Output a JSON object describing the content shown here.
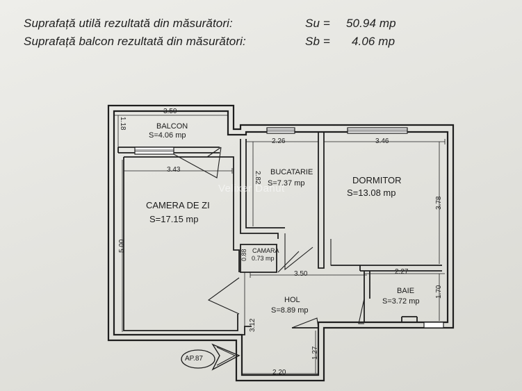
{
  "header": {
    "line1_label": "Suprafață utilă rezultată din măsurători:",
    "line1_symbol": "Su =",
    "line1_value": "50.94 mp",
    "line2_label": "Suprafață balcon rezultată din măsurători:",
    "line2_symbol": "Sb =",
    "line2_value": "4.06 mp"
  },
  "rooms": {
    "balcon": {
      "name": "BALCON",
      "area": "S=4.06 mp"
    },
    "camera_de_zi": {
      "name": "CAMERA DE ZI",
      "area": "S=17.15 mp"
    },
    "bucatarie": {
      "name": "BUCATARIE",
      "area": "S=7.37 mp"
    },
    "dormitor": {
      "name": "DORMITOR",
      "area": "S=13.08 mp"
    },
    "camara": {
      "name": "CAMARA",
      "area": "0.73 mp"
    },
    "hol": {
      "name": "HOL",
      "area": "S=8.89 mp"
    },
    "baie": {
      "name": "BAIE",
      "area": "S=3.72 mp"
    }
  },
  "dimensions": {
    "balcon_width": "3.50",
    "balcon_depth": "1.18",
    "living_width": "3.43",
    "living_height": "5.00",
    "kitchen_width": "2.26",
    "kitchen_height": "2.82",
    "bedroom_width": "3.46",
    "bedroom_height": "3.78",
    "pantry_height": "0.88",
    "hall_width": "3.50",
    "bath_width": "2.27",
    "bath_height": "1.70",
    "hall_height": "3.12",
    "entry_height": "1.27",
    "entry_width": "2.20"
  },
  "apartment_tag": "AP.87",
  "watermark": "Velixer Danut",
  "colors": {
    "ink": "#1e1e1e",
    "paper": "#e4e4e0"
  }
}
